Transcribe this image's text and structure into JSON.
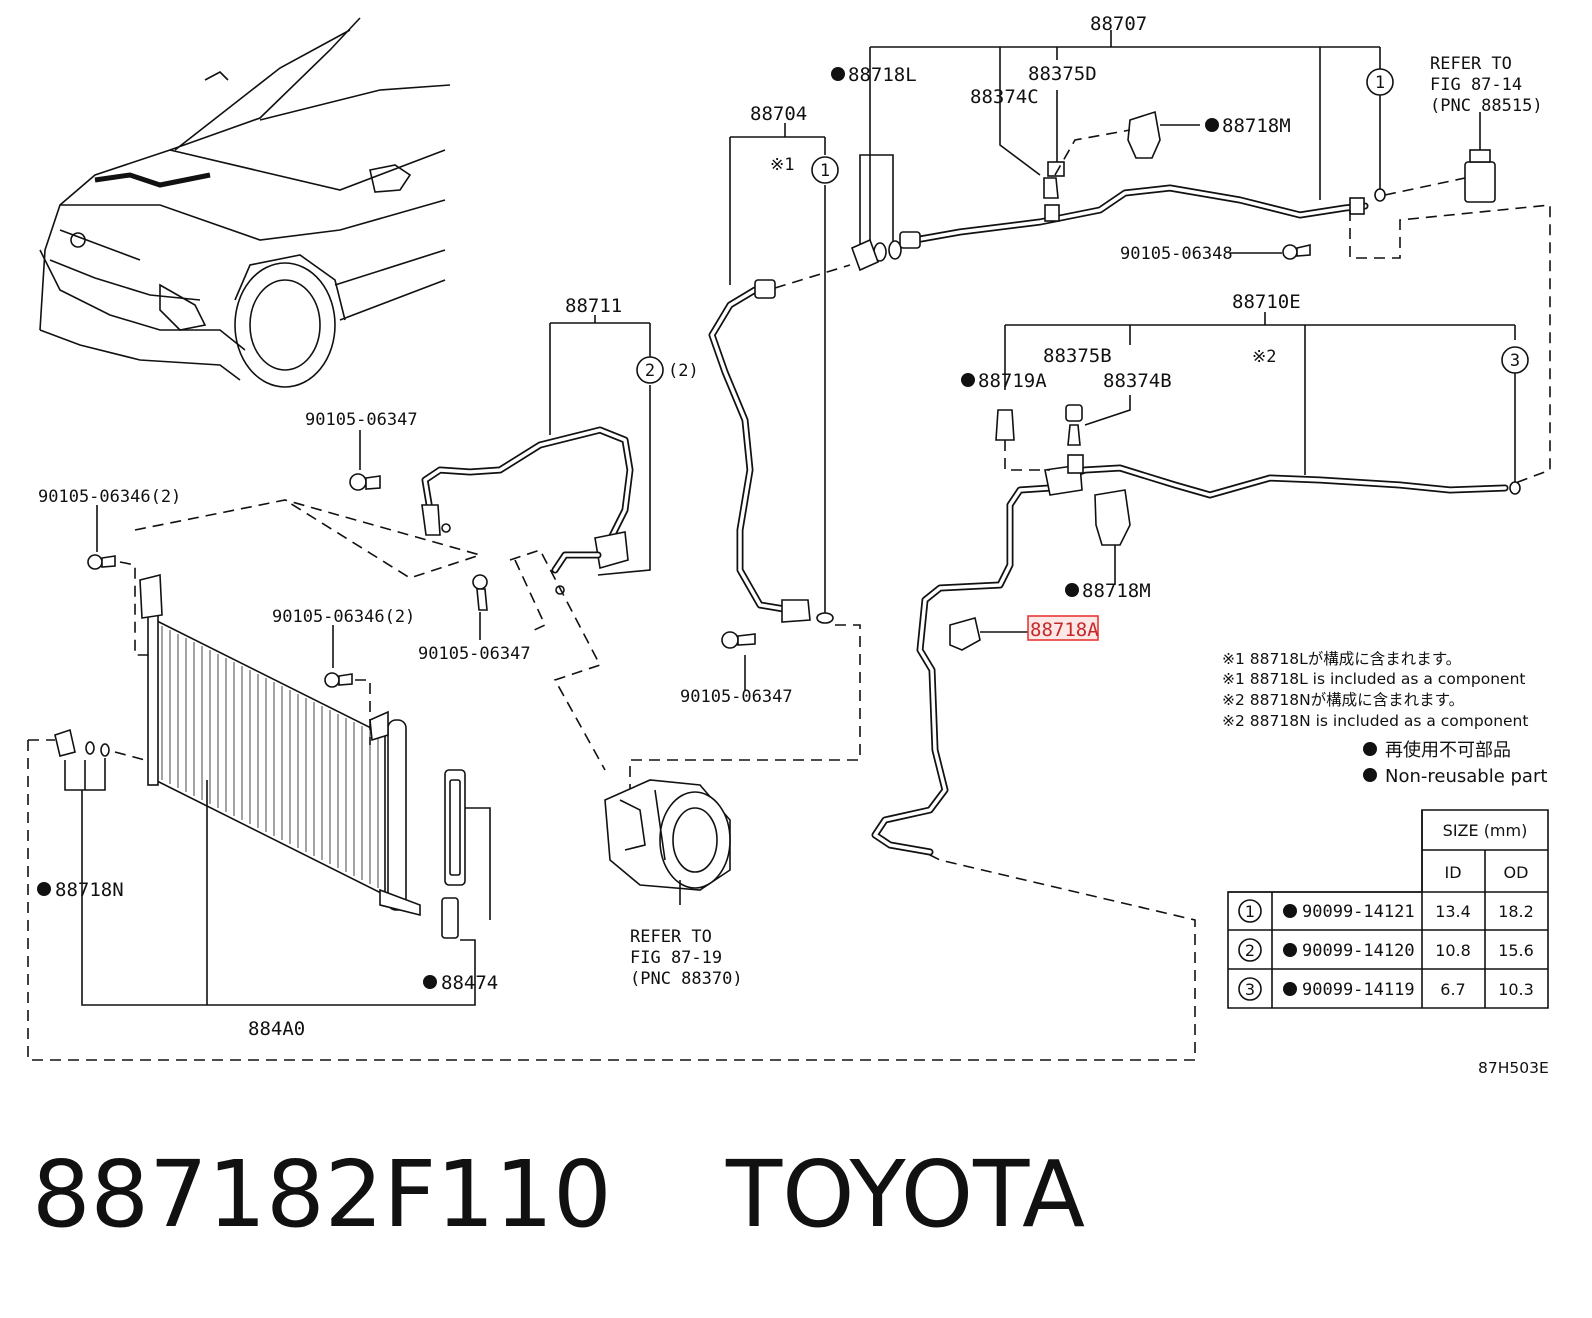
{
  "diagram": {
    "part_labels": {
      "p88707": "88707",
      "p88718L": "88718L",
      "p88375D": "88375D",
      "p88374C": "88374C",
      "p88718M_top": "88718M",
      "p88704": "88704",
      "p88704_note": "※1",
      "p90105_06348": "90105-06348",
      "p88710E": "88710E",
      "p88710E_note": "※2",
      "p88375B": "88375B",
      "p88719A": "88719A",
      "p88374B": "88374B",
      "p88711": "88711",
      "p88711_note": "(2)",
      "p90105_06347_a": "90105-06347",
      "p90105_06346_a": "90105-06346(2)",
      "p90105_06346_b": "90105-06346(2)",
      "p90105_06347_b": "90105-06347",
      "p90105_06347_c": "90105-06347",
      "p88718M_mid": "88718M",
      "p88718A": "88718A",
      "p88718N": "88718N",
      "p88474": "88474",
      "p884A0": "884A0"
    },
    "refer_top": [
      "REFER TO",
      "FIG 87-14",
      "(PNC 88515)"
    ],
    "refer_bottom": [
      "REFER TO",
      "FIG 87-19",
      "(PNC 88370)"
    ],
    "circle_numbers": [
      "1",
      "2",
      "3"
    ],
    "highlighted_part": "88718A",
    "highlight_color": "#e53935",
    "figure_code": "87H503E"
  },
  "notes": [
    "※1 88718Lが構成に含まれます。",
    "※1 88718L is included as a component",
    "※2 88718Nが構成に含まれます。",
    "※2 88718N is included as a component",
    "再使用不可部品",
    "Non-reusable part"
  ],
  "size_table": {
    "title": "SIZE (mm)",
    "headers": [
      "ID",
      "OD"
    ],
    "rows": [
      {
        "num": "1",
        "part": "90099-14121",
        "id": "13.4",
        "od": "18.2"
      },
      {
        "num": "2",
        "part": "90099-14120",
        "id": "10.8",
        "od": "15.6"
      },
      {
        "num": "3",
        "part": "90099-14119",
        "id": "6.7",
        "od": "10.3"
      }
    ]
  },
  "footer": {
    "part_number": "887182F110",
    "brand": "TOYOTA"
  }
}
